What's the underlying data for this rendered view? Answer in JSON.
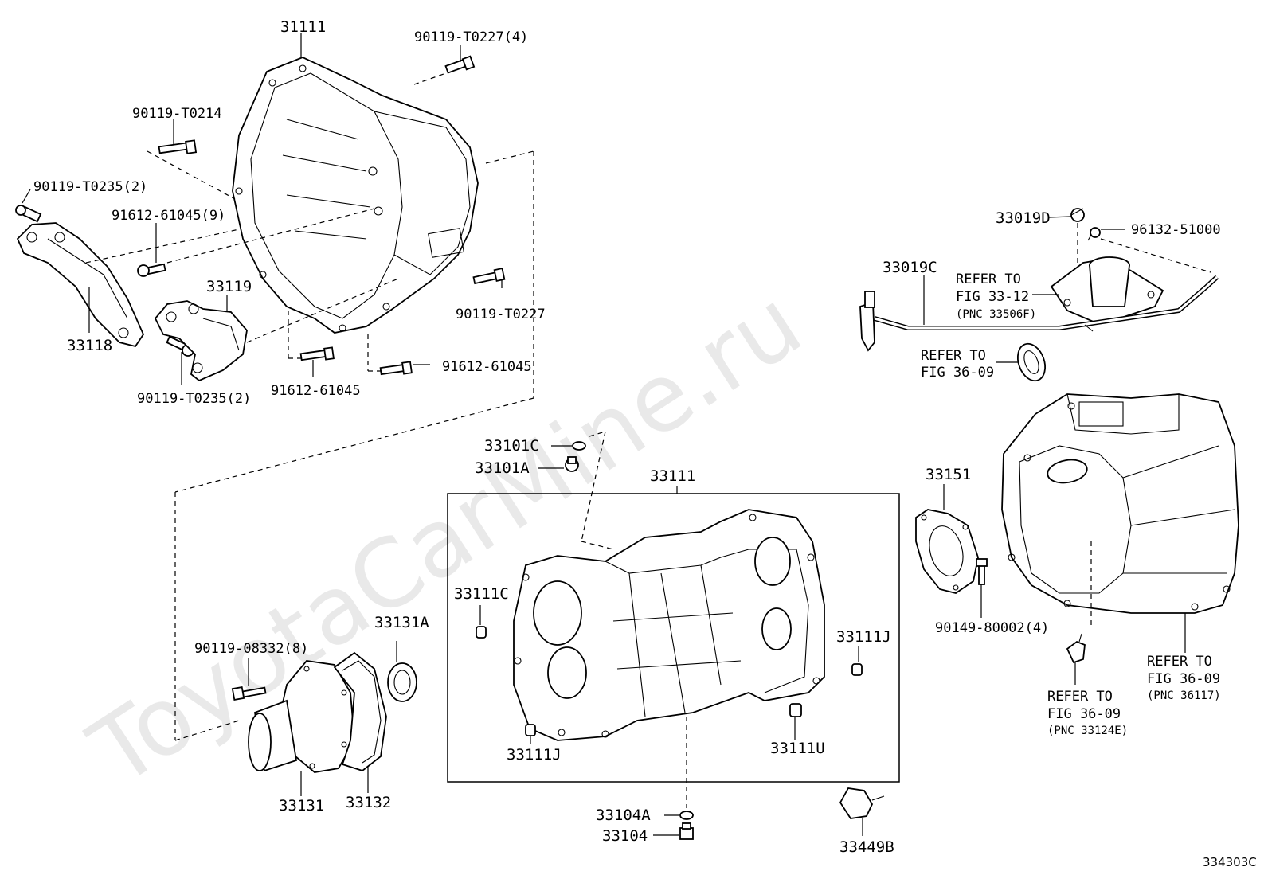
{
  "watermark": "ToyotaCarMine.ru",
  "diagram_code": "334303C",
  "labels": {
    "p31111_top": "31111",
    "b90119_t0227_4": "90119-T0227(4)",
    "b90119_t0214": "90119-T0214",
    "b90119_t0235_2_left": "90119-T0235(2)",
    "b91612_61045_9": "91612-61045(9)",
    "p33119": "33119",
    "b90119_t0227": "90119-T0227",
    "p33118": "33118",
    "b90119_t0235_2_bottom": "90119-T0235(2)",
    "b91612_61045_a": "91612-61045",
    "b91612_61045_b": "91612-61045",
    "p33019D": "33019D",
    "p96132_51000": "96132-51000",
    "p33019C": "33019C",
    "refer_33_12_a": "REFER TO",
    "refer_33_12_b": "FIG 33-12",
    "refer_33_12_c": "(PNC 33506F)",
    "refer_36_09_top_a": "REFER TO",
    "refer_36_09_top_b": "FIG 36-09",
    "p33101C": "33101C",
    "p33101A": "33101A",
    "p33111_box": "33111",
    "p33151": "33151",
    "p33111C": "33111C",
    "p33131A": "33131A",
    "b90119_08332_8": "90119-08332(8)",
    "p33111J_right": "33111J",
    "b90149_80002_4": "90149-80002(4)",
    "refer_36117_a": "REFER TO",
    "refer_36117_b": "FIG 36-09",
    "refer_36117_c": "(PNC 36117)",
    "refer_33124E_a": "REFER TO",
    "refer_33124E_b": "FIG 36-09",
    "refer_33124E_c": "(PNC 33124E)",
    "p33111J_left": "33111J",
    "p33111U": "33111U",
    "p33131": "33131",
    "p33132": "33132",
    "p33104A": "33104A",
    "p33104": "33104",
    "p33449B": "33449B"
  }
}
